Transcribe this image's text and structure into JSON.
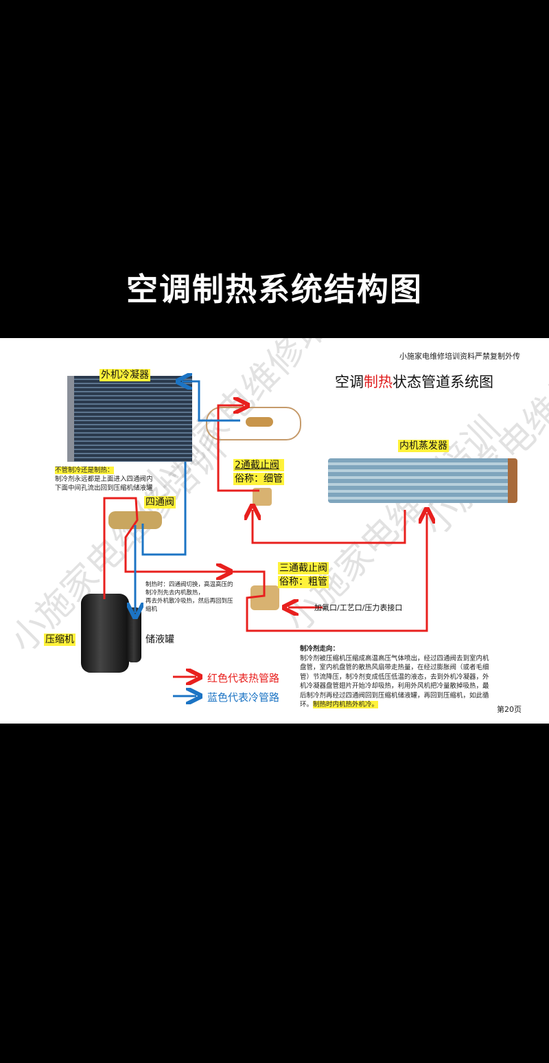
{
  "title": "空调制热系统结构图",
  "diagram": {
    "copyright": "小施家电维修培训资料严禁复制外传",
    "heading_pre": "空调",
    "heading_highlight": "制热",
    "heading_post": "状态管道系统图",
    "watermark": "小施家电维修培训",
    "labels": {
      "condenser": "外机冷凝器",
      "evaporator": "内机蒸发器",
      "two_way_valve": "2通截止阀",
      "two_way_alias": "俗称：细管",
      "four_way_valve": "四通阀",
      "three_way_valve": "三通截止阀",
      "three_way_alias": "俗称：粗管",
      "charge_port": "加氟口/工艺口/压力表接口",
      "compressor": "压缩机",
      "accumulator": "储液罐"
    },
    "note_top": {
      "title": "不管制冷还是制热：",
      "line1": "制冷剂永远都是上面进入四通阀内",
      "line2": "下面中间孔流出回到压缩机储液罐"
    },
    "note_heating": {
      "line1": "制热时：四通阀切换，高温高压的",
      "line2": "制冷剂先去内机散热，",
      "line3": "再去外机散冷吸热，然后再回到压",
      "line4": "缩机"
    },
    "legend": {
      "red": "红色代表热管路",
      "blue": "蓝色代表冷管路",
      "red_color": "#e8201e",
      "blue_color": "#1c74c4"
    },
    "description": {
      "title": "制冷剂走向：",
      "body": "制冷剂被压缩机压缩成高温高压气体喷出，经过四通阀去到室内机盘管，室内机盘管的散热风扇带走热量，在经过膨胀阀（或者毛细管）节流降压，制冷剂变成低压低温的液态，去到外机冷凝器，外机冷凝器盘管翅片开始冷却吸热，利用外风机把冷量散掉吸热，最后制冷剂再经过四通阀回到压缩机储液罐，再回到压缩机，如此循环。",
      "highlight": "制热时内机热外机冷。"
    },
    "page": "第20页"
  }
}
